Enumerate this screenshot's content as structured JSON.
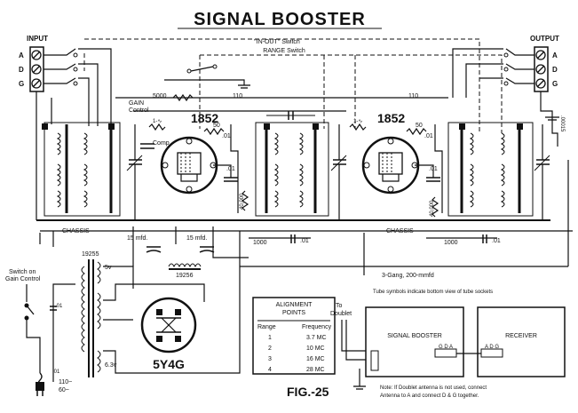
{
  "title": "SIGNAL BOOSTER",
  "input": {
    "label": "INPUT",
    "terminals": [
      "A",
      "D",
      "G"
    ]
  },
  "output": {
    "label": "OUTPUT",
    "terminals": [
      "A",
      "D",
      "G"
    ]
  },
  "switch_labels": {
    "in_out": "\"IN-OUT\" Switch",
    "range": "RANGE Switch"
  },
  "gain": {
    "label_line1": "GAIN",
    "label_line2": "Control",
    "resistor": "5000"
  },
  "tubes": [
    {
      "label": "1852"
    },
    {
      "label": "1852"
    }
  ],
  "component_values": {
    "r110_a": "110",
    "r110_b": "110",
    "r50_a": "50",
    "r50_b": "50",
    "r1_a": "1-∿",
    "r1_b": "1-∿",
    "c01_a": ".01",
    "c01_b": ".01",
    "c01_c": ".01",
    "c01_d": ".01",
    "c01_e": ".01",
    "c01_f": ".01",
    "c01_g": ".01",
    "comp": "Comp",
    "r40000_a": "40,000",
    "r40000_b": "40,000",
    "r1000_a": "1000",
    "r1000_b": "1000",
    "c00015": ".00015",
    "chassis_a": "CHASSIS",
    "chassis_b": "CHASSIS",
    "cap15_a": "15 mfd.",
    "cap15_b": "15 mfd.",
    "gang": "3-Gang,  200-mmfd",
    "tube_note": "Tube symbols indicate bottom view of tube sockets"
  },
  "power": {
    "transformer": "19255",
    "choke": "19256",
    "five_v": "5v",
    "six_v": "6.3v",
    "rectifier": "5Y4G",
    "switch_label_line1": "Switch on",
    "switch_label_line2": "Gain Control",
    "cap01": ".01",
    "mains_line1": "110~",
    "mains_line2": "60~"
  },
  "alignment": {
    "title_line1": "ALIGNMENT",
    "title_line2": "POINTS",
    "headers": [
      "Range",
      "Frequency"
    ],
    "rows": [
      [
        "1",
        "3.7 MC"
      ],
      [
        "2",
        "10 MC"
      ],
      [
        "3",
        "16 MC"
      ],
      [
        "4",
        "28 MC"
      ]
    ]
  },
  "hookup": {
    "to_doublet_line1": "To",
    "to_doublet_line2": "Doublet",
    "booster": "SIGNAL BOOSTER",
    "receiver": "RECEIVER",
    "booster_terminals": "G D A",
    "receiver_terminals": "A D G"
  },
  "figure": "FIG.-25",
  "note_line1": "Note:  If Doublet antenna is not used, connect",
  "note_line2": "Antenna to A and connect D & G together."
}
